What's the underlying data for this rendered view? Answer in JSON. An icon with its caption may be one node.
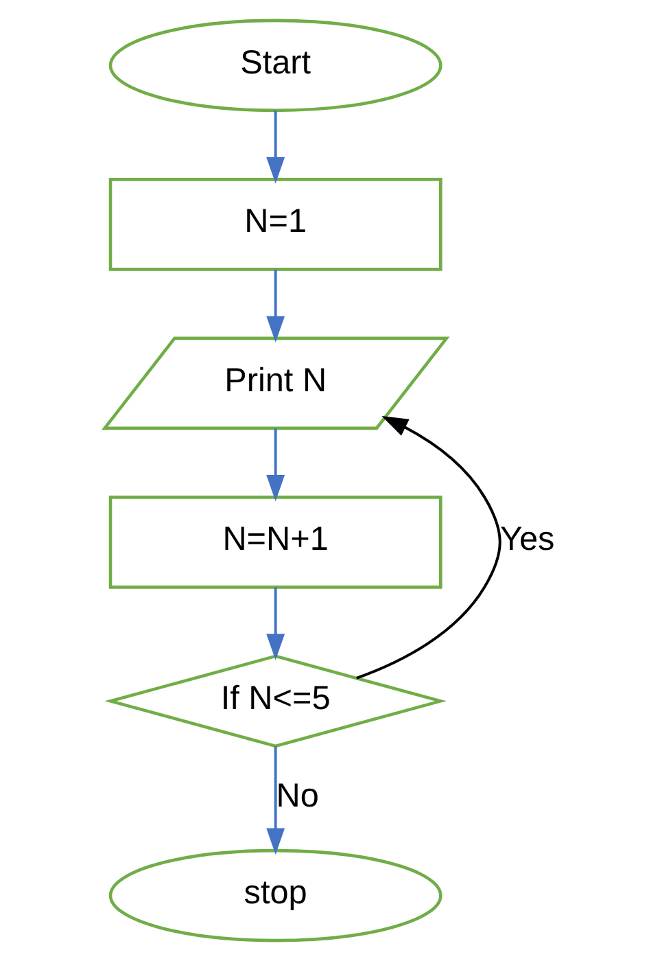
{
  "diagram": {
    "nodes": [
      {
        "text": [
          "Start"
        ]
      },
      {
        "text": [
          "N=1"
        ]
      },
      {
        "text": [
          "Print N"
        ]
      },
      {
        "text": [
          "N=N+1"
        ]
      },
      {
        "text": [
          "If N<=5"
        ]
      },
      {
        "text": [
          "stop"
        ]
      }
    ],
    "edges": [
      {
        "from": 0,
        "to": 1,
        "arrow": "to"
      },
      {
        "from": 1,
        "to": 2,
        "arrow": "to"
      },
      {
        "from": 2,
        "to": 3,
        "arrow": "to"
      },
      {
        "from": 3,
        "to": 4,
        "arrow": "to"
      },
      {
        "from": 4,
        "to": 2,
        "arrow": "to",
        "label": "Yes",
        "color": "#000000"
      },
      {
        "from": 4,
        "to": 5,
        "arrow": "to",
        "label": "No"
      }
    ]
  }
}
